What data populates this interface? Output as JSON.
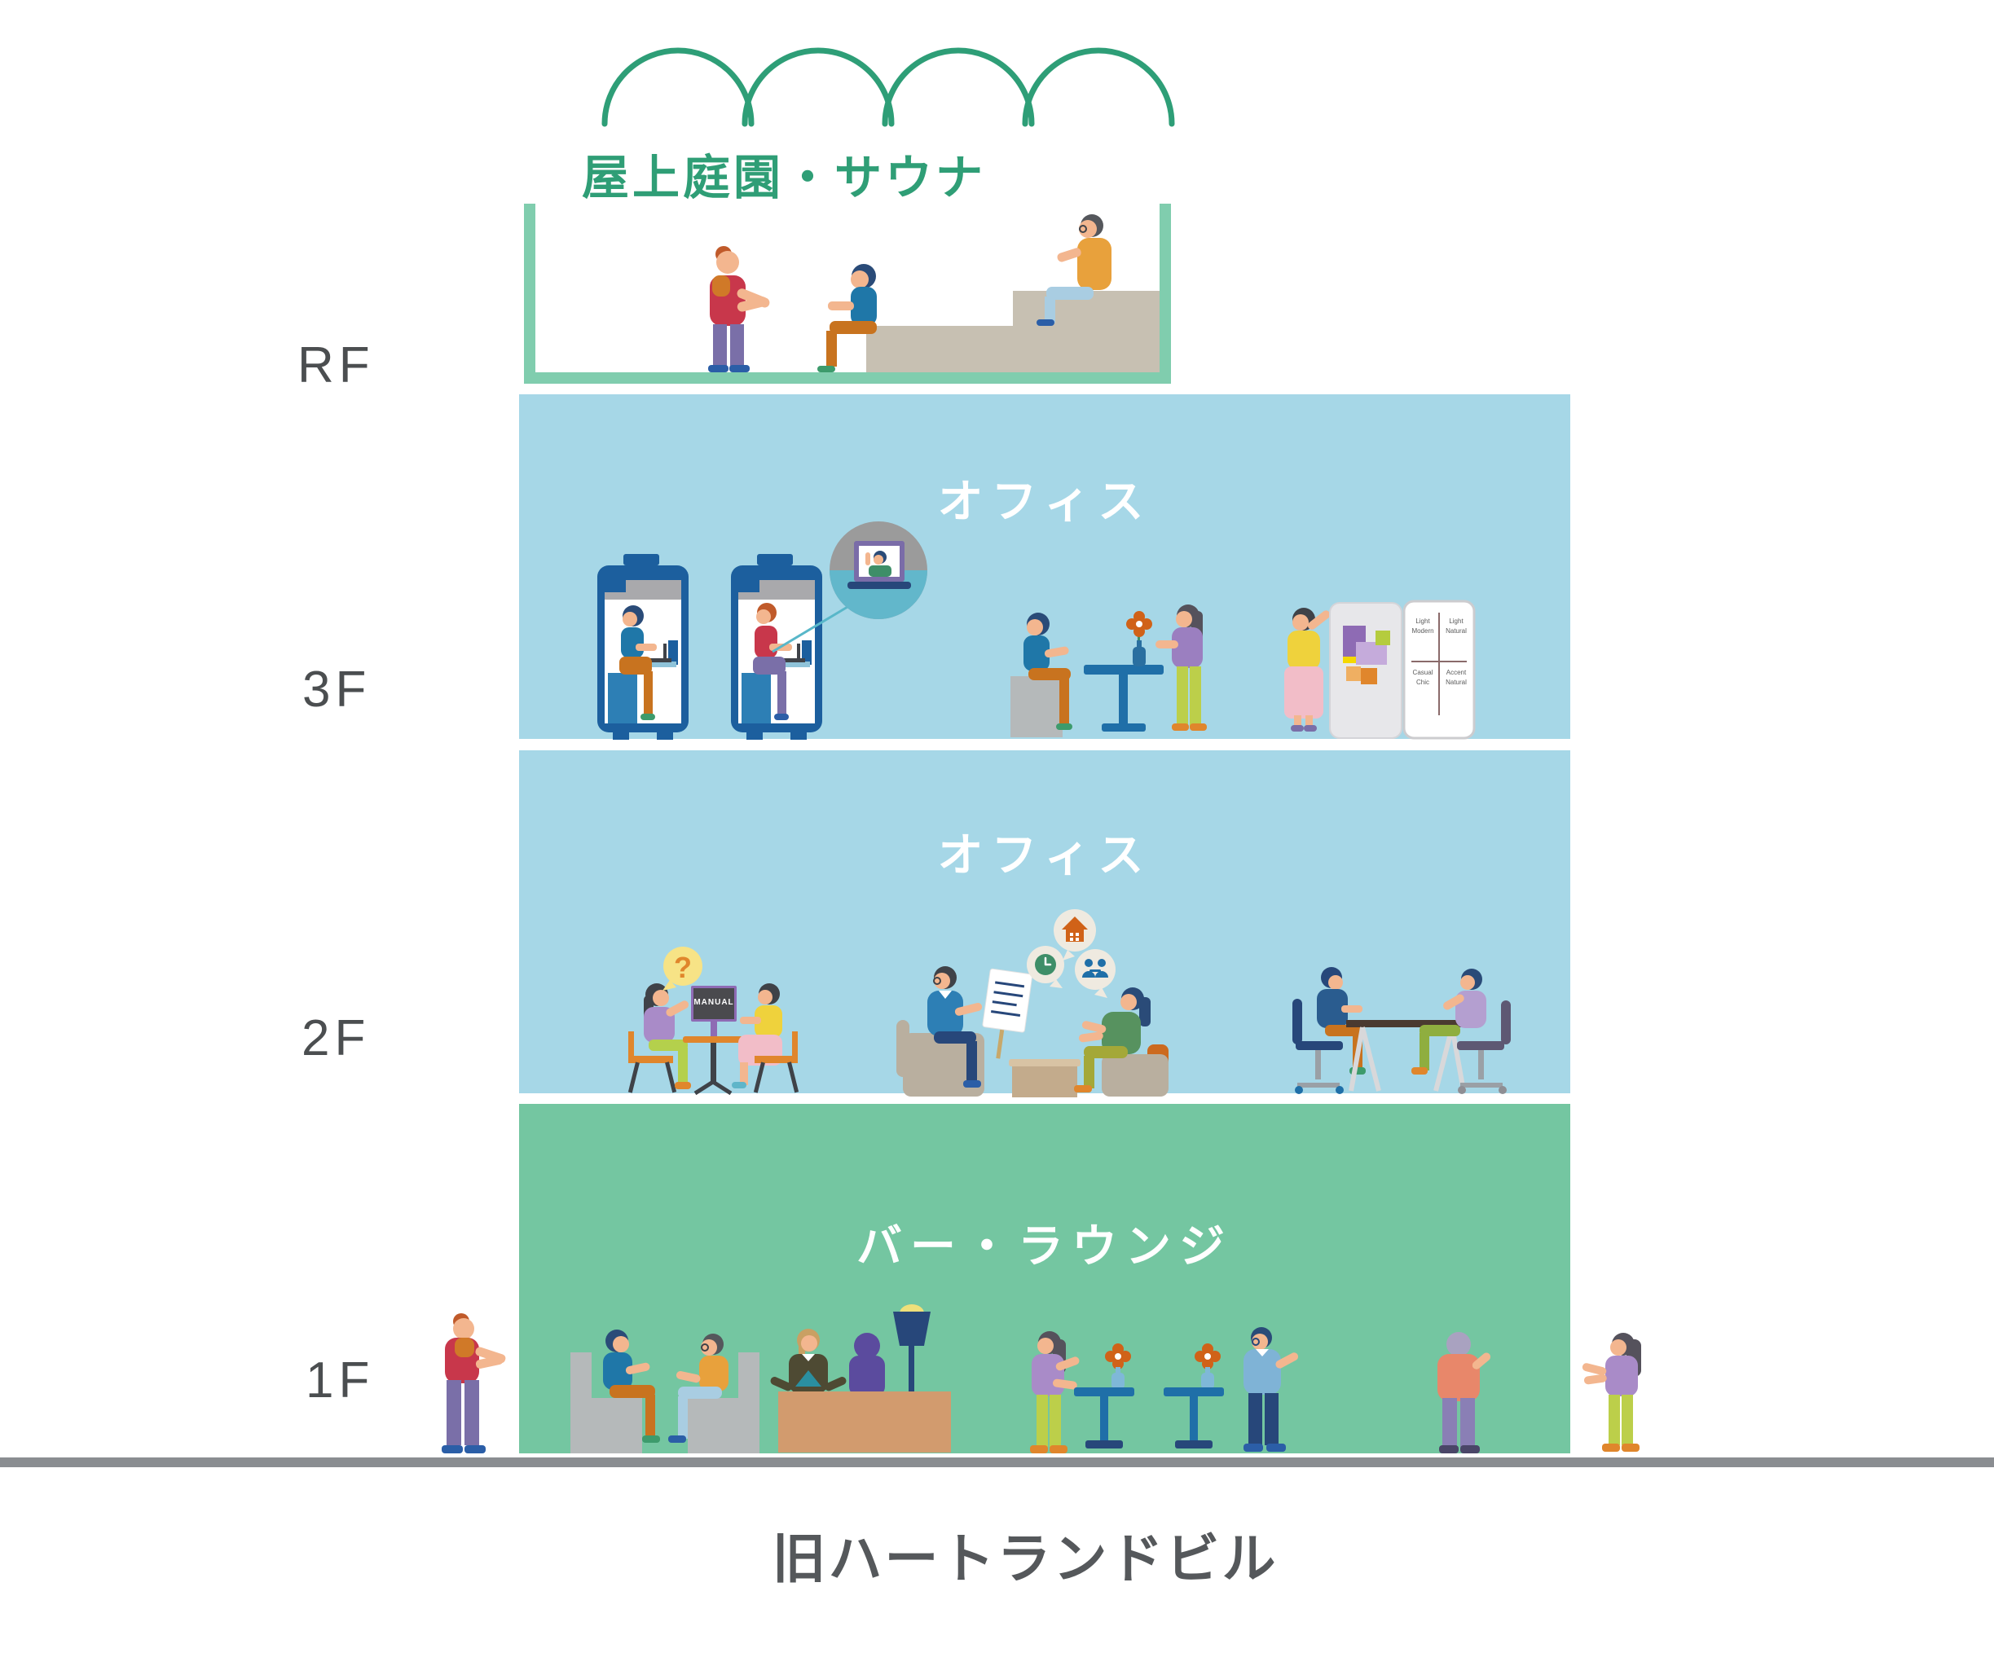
{
  "building": {
    "title": "旧ハートランドビル",
    "floors": [
      {
        "id": "rf",
        "tag": "RF",
        "label": "屋上庭園・サウナ"
      },
      {
        "id": "3f",
        "tag": "3F",
        "label": "オフィス"
      },
      {
        "id": "2f",
        "tag": "2F",
        "label": "オフィス"
      },
      {
        "id": "1f",
        "tag": "1F",
        "label": "バー・ラウンジ"
      }
    ]
  },
  "annotations": {
    "monitor_text": "MANUAL",
    "question_mark": "?",
    "whiteboard_quadrants": [
      "Light\nModern",
      "Light\nNatural",
      "Casual\nChic",
      "Accent\nNatural"
    ]
  },
  "icons": {
    "rooftop_trees": "tree-arc-icon",
    "bubble_2f_left": "question-mark-icon",
    "bubbles_2f_middle": [
      "house-icon",
      "clock-icon",
      "people-meeting-icon"
    ],
    "tables_flowers": "flower-icon",
    "bar_lamp": "lamp-icon",
    "video_call": "video-call-laptop-icon"
  },
  "colors": {
    "roof_green": "#2F9E76",
    "mint_wall": "#80CDAE",
    "office_blue": "#A6D7E7",
    "lounge_green": "#74C6A1",
    "ground_gray": "#8A8D91",
    "label_gray": "#4B4E50",
    "title_gray": "#55585B",
    "zone_text_white": "#FFFFFF",
    "booth_navy": "#1C5F9E",
    "platform_beige": "#C7C0B2",
    "counter_tan": "#D29B6E"
  }
}
